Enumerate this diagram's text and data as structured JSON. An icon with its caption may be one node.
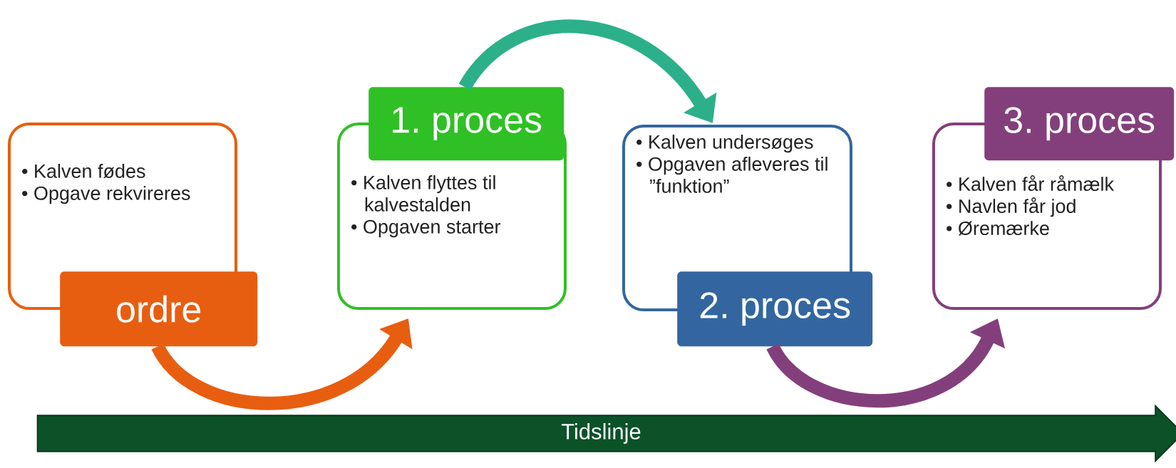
{
  "diagram": {
    "nodes": [
      {
        "text": [
          "• Kalven fødes",
          "• Opgave rekvireres"
        ]
      },
      {
        "text": [
          "ordre"
        ]
      },
      {
        "text": [
          "• Kalven flyttes til kalvestalden",
          "• Opgaven starter"
        ]
      },
      {
        "text": [
          "1. proces"
        ]
      },
      {
        "text": [
          "• Kalven undersøges",
          "• Opgaven afleveres til ”funktion”"
        ]
      },
      {
        "text": [
          "2. proces"
        ]
      },
      {
        "text": [
          "• Kalven får råmælk",
          "• Navlen får jod",
          "• Øremærke"
        ]
      },
      {
        "text": [
          "3. proces"
        ]
      },
      {
        "text": [
          "Tidslinje"
        ]
      }
    ],
    "edges": [
      {
        "from": 1,
        "to": 2,
        "arrow": "to",
        "color": "#e85e10"
      },
      {
        "from": 3,
        "to": 4,
        "arrow": "to",
        "color": "#2cb08a"
      },
      {
        "from": 5,
        "to": 6,
        "arrow": "to",
        "color": "#833f7c"
      }
    ]
  }
}
